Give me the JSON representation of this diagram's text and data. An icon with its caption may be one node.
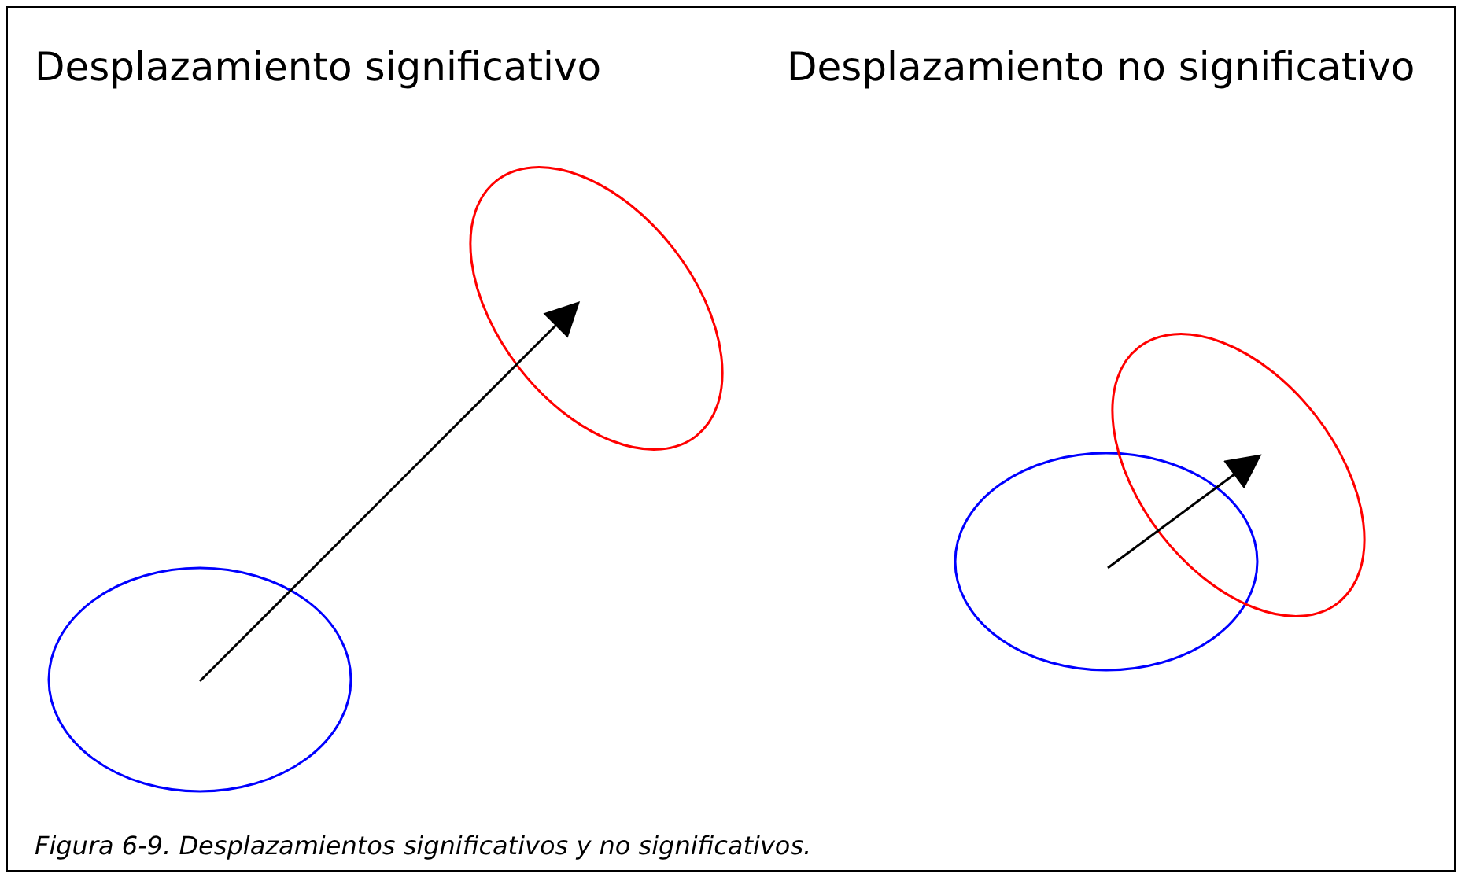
{
  "diagram": {
    "caption": "Figura 6-9. Desplazamientos significativos y no significativos.",
    "labels": [
      "Desplazamiento significativo",
      "Desplazamiento no significativo"
    ]
  }
}
